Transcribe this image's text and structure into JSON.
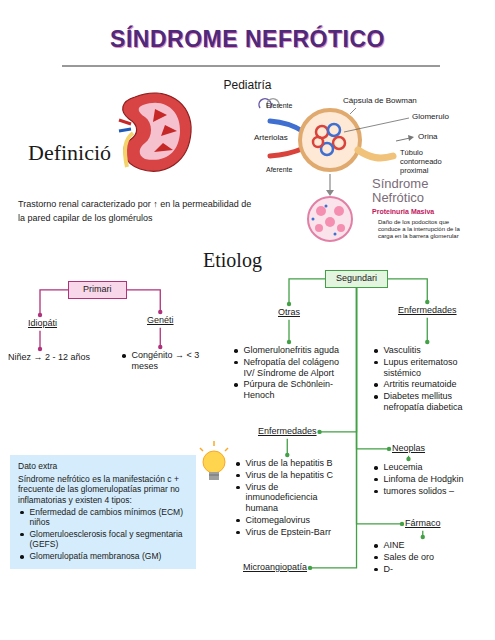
{
  "diagram": {
    "title": "SÍNDROME NEFRÓTICO",
    "nodes": [
      {
        "text": [
          "Primari"
        ]
      },
      {
        "text": [
          "Segundari"
        ]
      },
      {
        "text": [
          "Idiopáti"
        ]
      },
      {
        "text": [
          "Genéti"
        ]
      },
      {
        "text": [
          "Otras"
        ]
      },
      {
        "text": [
          "Enfermedades"
        ]
      },
      {
        "text": [
          "Niñez → 2 - 12 años"
        ]
      },
      {
        "text": [
          "Congénito → < 3 meses"
        ]
      },
      {
        "text": [
          "Glomerulonefritis aguda",
          "Nefropatía del colágeno IV/ Síndrome de Alport",
          "Púrpura de Schönlein-Henoch"
        ]
      },
      {
        "text": [
          "Vasculitis",
          "Lupus eritematoso sistémico",
          "Artritis reumatoide",
          "Diabetes mellitus nefropatía diabetica"
        ]
      },
      {
        "text": [
          "Enfermedades"
        ]
      },
      {
        "text": [
          "Virus de la hepatitis B",
          "Virus de la hepatitis C",
          "Virus de inmunodeficiencia humana",
          "Citomegalovirus",
          "Virus de Epstein-Barr"
        ]
      },
      {
        "text": [
          "Neoplas"
        ]
      },
      {
        "text": [
          "Leucemia",
          "Linfoma de Hodgkin",
          "tumores solidos –"
        ]
      },
      {
        "text": [
          "Fármaco"
        ]
      },
      {
        "text": [
          "AINE",
          "Sales de oro",
          "D-"
        ]
      },
      {
        "text": [
          "Microangiopatía"
        ]
      },
      {
        "text": [
          "Dato extra",
          "Síndrome nefrótico es la manifestación c + frecuente de las glomerulopatías primar no inflamatorias y existen 4 tipos:",
          "Enfermedad de cambios mínimos (ECM) niños",
          "Glomeruloesclerosis focal y segmentaria (GEFS)",
          "Glomerulopatía membranosa (GM)"
        ]
      }
    ],
    "edges": [
      {
        "from": 0,
        "to": 2,
        "arrow": "none"
      },
      {
        "from": 0,
        "to": 3,
        "arrow": "none"
      },
      {
        "from": 2,
        "to": 6,
        "arrow": "none"
      },
      {
        "from": 3,
        "to": 7,
        "arrow": "none"
      },
      {
        "from": 1,
        "to": 4,
        "arrow": "none"
      },
      {
        "from": 1,
        "to": 5,
        "arrow": "none"
      },
      {
        "from": 4,
        "to": 8,
        "arrow": "none"
      },
      {
        "from": 5,
        "to": 9,
        "arrow": "none"
      },
      {
        "from": 1,
        "to": 10,
        "arrow": "none"
      },
      {
        "from": 10,
        "to": 11,
        "arrow": "none"
      },
      {
        "from": 1,
        "to": 12,
        "arrow": "none"
      },
      {
        "from": 12,
        "to": 13,
        "arrow": "none"
      },
      {
        "from": 1,
        "to": 14,
        "arrow": "none"
      },
      {
        "from": 14,
        "to": 15,
        "arrow": "none"
      },
      {
        "from": 1,
        "to": 16,
        "arrow": "none"
      }
    ],
    "labels": [
      "Pediatría",
      "Definició",
      "Trastorno renal caracterizado por ↑ en la permeabilidad de la pared capilar de los glomérulos",
      "Etiolog",
      "Cápsula de Bowman",
      "Glomerulo",
      "Orina",
      "Túbulo contorneado proximal",
      "Arteriolas",
      "Eferente",
      "Aferente",
      "Síndrome Nefrótico",
      "Proteinuria Masiva",
      "Daño de los podocitos que conduce a la interrupción de la carga en la barrera glomerular"
    ]
  }
}
